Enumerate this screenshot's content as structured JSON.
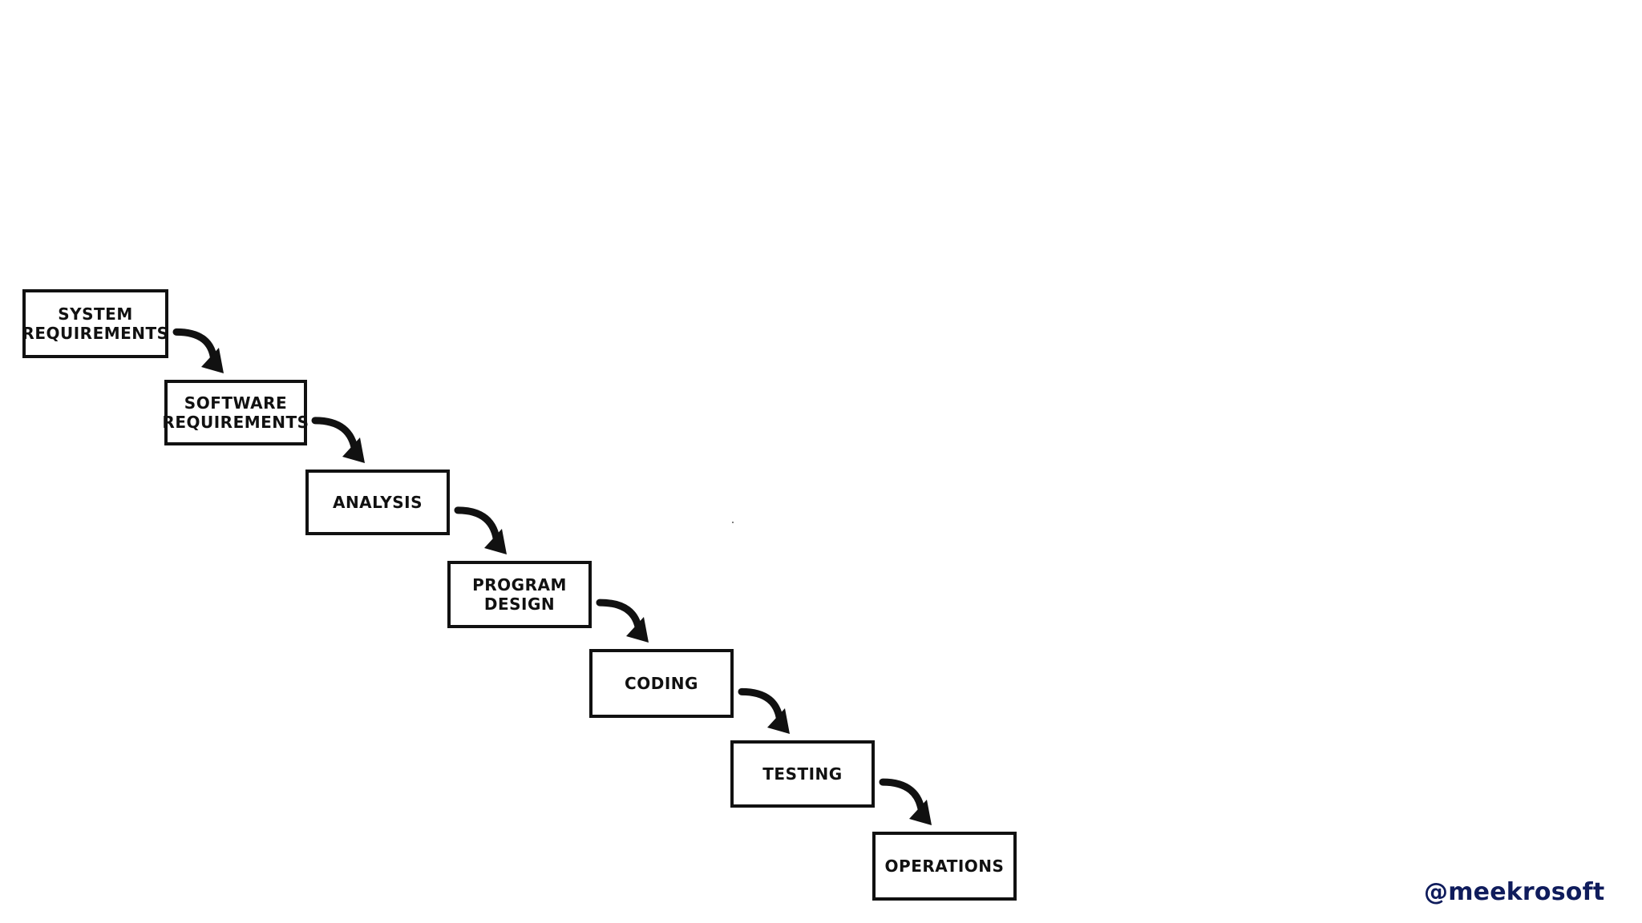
{
  "diagram": {
    "stages": [
      {
        "id": "system-requirements",
        "label": "SYSTEM\nREQUIREMENTS"
      },
      {
        "id": "software-requirements",
        "label": "SOFTWARE\nREQUIREMENTS"
      },
      {
        "id": "analysis",
        "label": "ANALYSIS"
      },
      {
        "id": "program-design",
        "label": "PROGRAM\nDESIGN"
      },
      {
        "id": "coding",
        "label": "CODING"
      },
      {
        "id": "testing",
        "label": "TESTING"
      },
      {
        "id": "operations",
        "label": "OPERATIONS"
      }
    ],
    "edges": [
      {
        "from": "system-requirements",
        "to": "software-requirements"
      },
      {
        "from": "software-requirements",
        "to": "analysis"
      },
      {
        "from": "analysis",
        "to": "program-design"
      },
      {
        "from": "program-design",
        "to": "coding"
      },
      {
        "from": "coding",
        "to": "testing"
      },
      {
        "from": "testing",
        "to": "operations"
      }
    ],
    "colors": {
      "stroke": "#111111",
      "fill": "#ffffff"
    }
  },
  "watermark": {
    "text": "@meekrosoft",
    "color": "#0f1c5c"
  }
}
